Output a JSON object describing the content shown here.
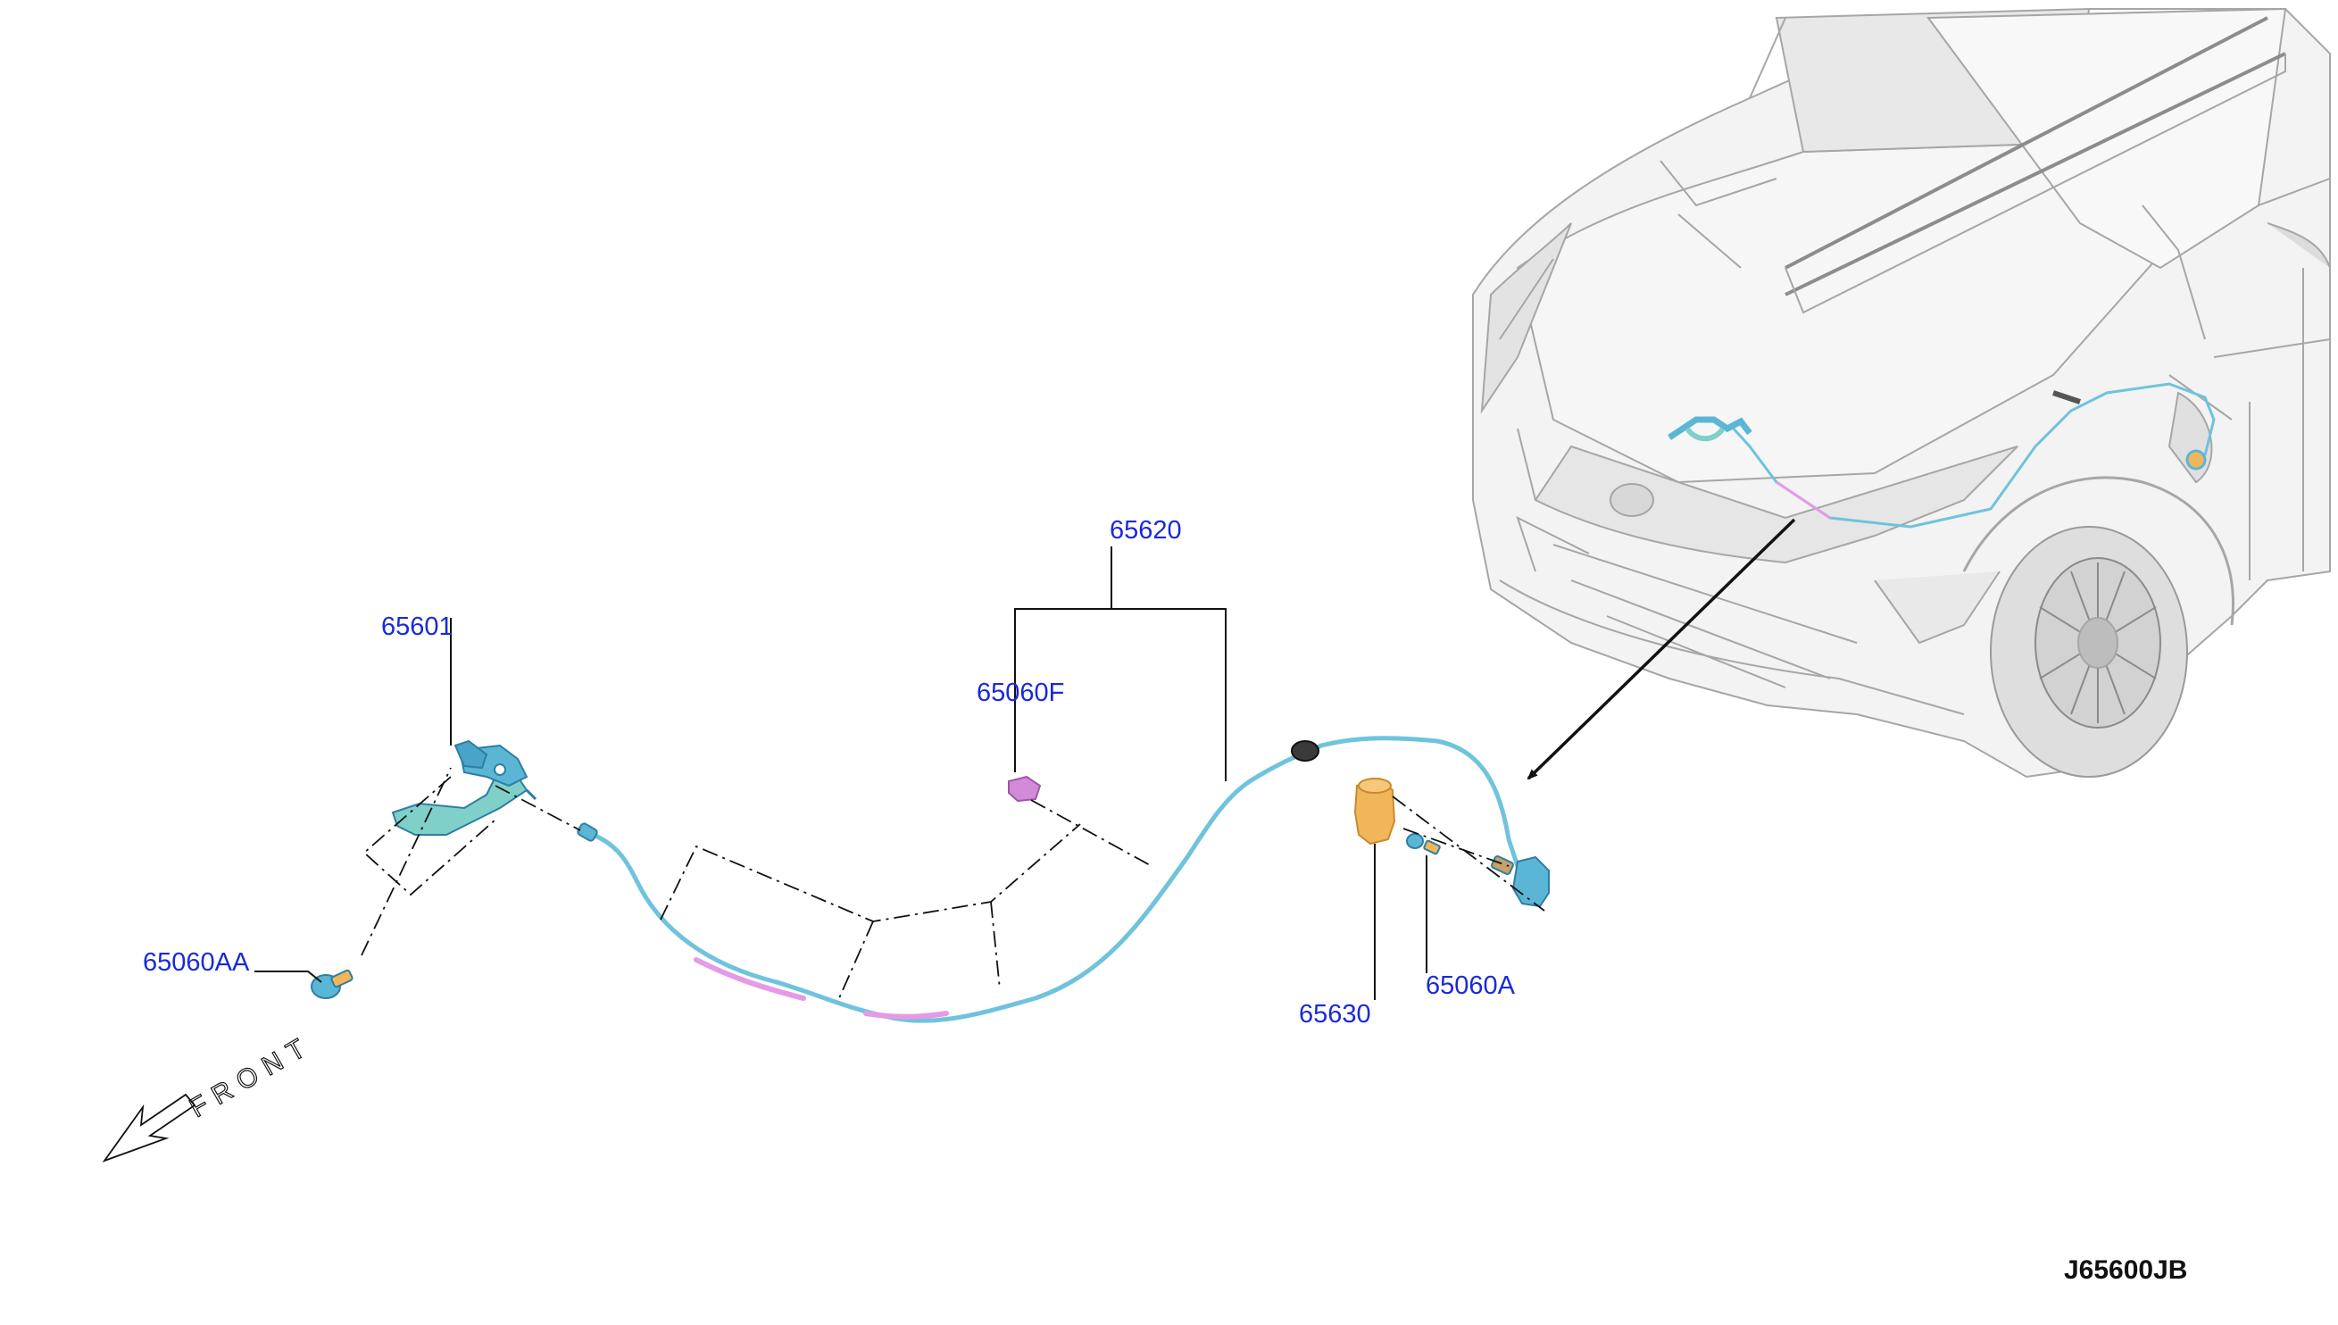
{
  "parts": [
    {
      "id": "p65601",
      "label": "65601"
    },
    {
      "id": "p65620",
      "label": "65620"
    },
    {
      "id": "p65060F",
      "label": "65060F"
    },
    {
      "id": "p65060AA",
      "label": "65060AA"
    },
    {
      "id": "p65630",
      "label": "65630"
    },
    {
      "id": "p65060A",
      "label": "65060A"
    }
  ],
  "front_label": "FRONT",
  "diagram_code": "J65600JB",
  "colors": {
    "label": "#1a2ad8",
    "leader": "#111111",
    "cable": "#6fc3dc",
    "cable_sleeve": "#e59ae6",
    "part_blue": "#5bb6d6",
    "part_teal": "#7fd0c8",
    "part_orange": "#f2b65a",
    "part_pink": "#d38ad9",
    "car_line": "#9c9c9c",
    "car_fill": "#eeeeee"
  }
}
